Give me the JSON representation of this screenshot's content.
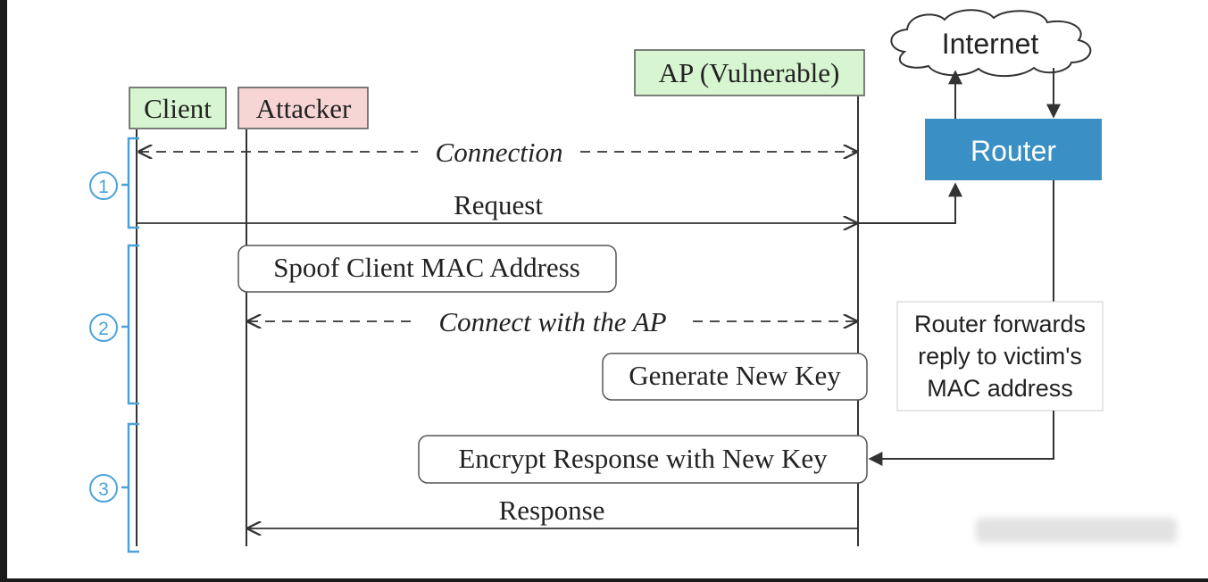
{
  "participants": {
    "client": "Client",
    "attacker": "Attacker",
    "ap": "AP (Vulnerable)",
    "internet": "Internet",
    "router": "Router"
  },
  "messages": {
    "connection": "Connection",
    "request": "Request",
    "connect_ap": "Connect with the AP",
    "response": "Response"
  },
  "actions": {
    "spoof": "Spoof Client MAC Address",
    "generate_key": "Generate New Key",
    "encrypt": "Encrypt Response with New Key"
  },
  "router_note": [
    "Router forwards",
    "reply to victim's",
    "MAC address"
  ],
  "phases": [
    "1",
    "2",
    "3"
  ],
  "colors": {
    "green_box": "#d6f5d0",
    "red_box": "#f7d5d5",
    "router_fill": "#3a8fc4",
    "phase_blue": "#4aa3d8",
    "line": "#333333"
  }
}
